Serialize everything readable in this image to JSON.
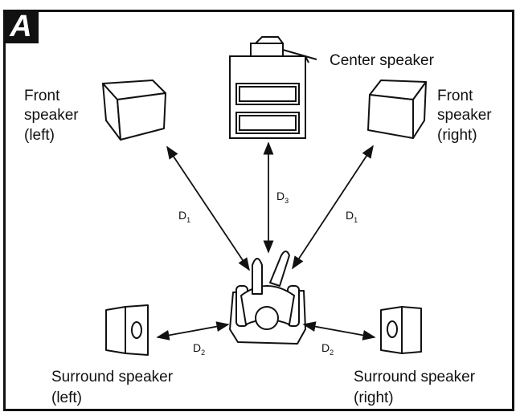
{
  "panel_letter": "A",
  "labels": {
    "center": "Center speaker",
    "front_left": [
      "Front",
      "speaker",
      "(left)"
    ],
    "front_right": [
      "Front",
      "speaker",
      "(right)"
    ],
    "surround_left": [
      "Surround speaker",
      "(left)"
    ],
    "surround_right": [
      "Surround speaker",
      "(right)"
    ]
  },
  "distances": {
    "front_left": {
      "base": "D",
      "sub": "1"
    },
    "center": {
      "base": "D",
      "sub": "3"
    },
    "front_right": {
      "base": "D",
      "sub": "1"
    },
    "surround_left": {
      "base": "D",
      "sub": "2"
    },
    "surround_right": {
      "base": "D",
      "sub": "2"
    }
  }
}
